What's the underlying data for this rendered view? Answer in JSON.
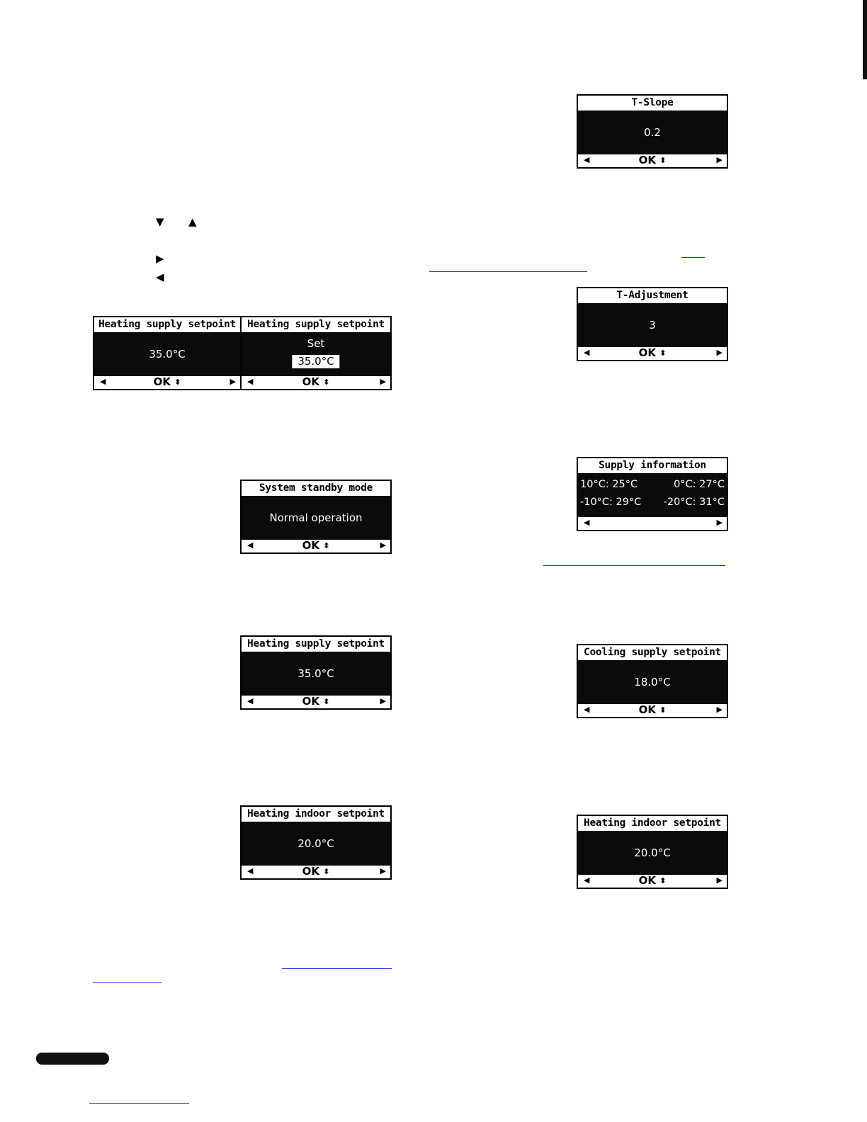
{
  "nav_keys": {
    "down": "▼",
    "up": "▲",
    "right": "▶",
    "left": "◀"
  },
  "footer": {
    "ok": "OK",
    "left_arrow": "◀",
    "right_arrow": "▶",
    "updown": "⬍"
  },
  "screens": {
    "heating_supply_a": {
      "title": "Heating supply setpoint",
      "value": "35.0°C"
    },
    "heating_supply_b": {
      "title": "Heating supply setpoint",
      "set_label": "Set",
      "value": "35.0°C"
    },
    "system_standby": {
      "title": "System standby mode",
      "value": "Normal operation"
    },
    "heating_supply_c": {
      "title": "Heating supply setpoint",
      "value": "35.0°C"
    },
    "heating_indoor_left": {
      "title": "Heating indoor setpoint",
      "value": "20.0°C"
    },
    "t_slope": {
      "title": "T-Slope",
      "value": "0.2"
    },
    "t_adjustment": {
      "title": "T-Adjustment",
      "value": "3"
    },
    "supply_info": {
      "title": "Supply information",
      "row1_left": "10°C: 25°C",
      "row1_right": "0°C: 27°C",
      "row2_left": "-10°C: 29°C",
      "row2_right": "-20°C: 31°C"
    },
    "cooling_supply": {
      "title": "Cooling supply setpoint",
      "value": "18.0°C"
    },
    "heating_indoor_right": {
      "title": "Heating indoor setpoint",
      "value": "20.0°C"
    }
  },
  "colors": {
    "link": "#1a3bd6",
    "lcd_bg": "#0b0b0b"
  }
}
